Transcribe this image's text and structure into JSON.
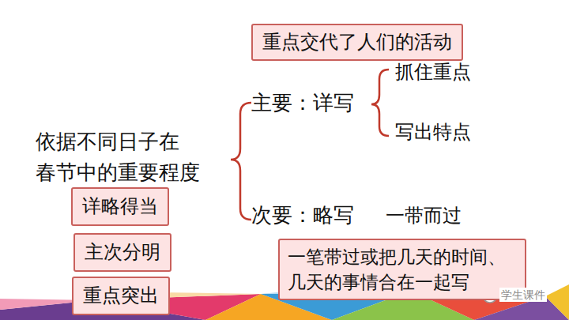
{
  "diagram": {
    "nodes": [
      {
        "text": [
          "重点交代了人们的活动"
        ]
      },
      {
        "text": [
          "详略得当"
        ]
      },
      {
        "text": [
          "主次分明"
        ]
      },
      {
        "text": [
          "重点突出"
        ]
      },
      {
        "text": [
          "一笔带过或把几天的时间、几天的事情合在一起写"
        ]
      }
    ],
    "labels": [
      "依据不同日子在 春节中的重要程度",
      "主要：详写",
      "抓住重点",
      "写出特点",
      "次要：略写",
      "一带而过",
      "学生课件"
    ]
  }
}
